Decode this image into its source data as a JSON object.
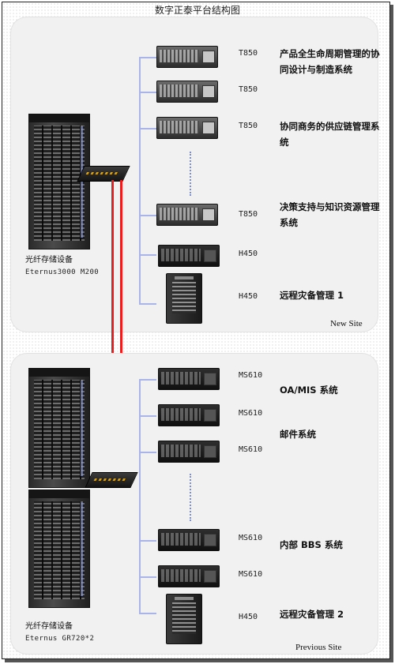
{
  "title": "数字正泰平台结构图",
  "new_site": {
    "label": "New Site",
    "storage_label": "光纤存储设备",
    "storage_model": "Eternus3000 M200",
    "servers": [
      {
        "model": "T850"
      },
      {
        "model": "T850"
      },
      {
        "model": "T850"
      },
      {
        "model": "T850"
      },
      {
        "model": "H450"
      },
      {
        "model": "H450"
      }
    ],
    "systems": [
      "产品全生命周期管理的协同设计与制造系统",
      "协同商务的供应链管理系统",
      "决策支持与知识资源管理系统",
      "远程灾备管理 1"
    ]
  },
  "previous_site": {
    "label": "Previous Site",
    "storage_label": "光纤存储设备",
    "storage_model": "Eternus GR720*2",
    "servers": [
      {
        "model": "MS610"
      },
      {
        "model": "MS610"
      },
      {
        "model": "MS610"
      },
      {
        "model": "MS610"
      },
      {
        "model": "MS610"
      },
      {
        "model": "H450"
      }
    ],
    "systems": [
      "OA/MIS 系统",
      "邮件系统",
      "内部 BBS 系统",
      "远程灾备管理 2"
    ]
  },
  "colors": {
    "fiber_link": "#e81f1f",
    "bus_line": "#a9b4e8",
    "panel": "#f1f1f1"
  }
}
